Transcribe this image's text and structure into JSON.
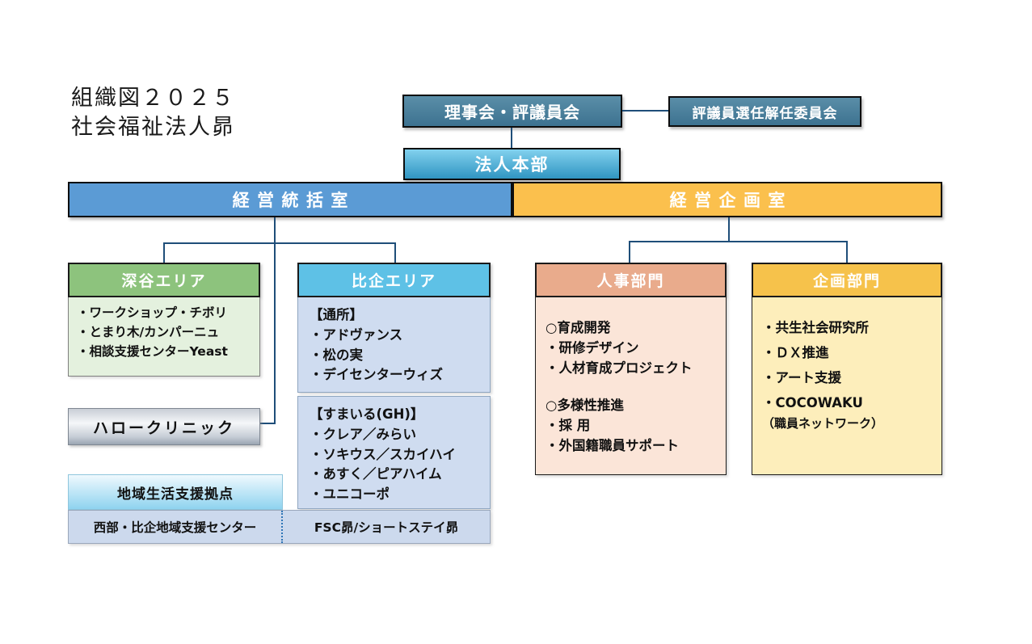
{
  "title": {
    "line1": "組織図２０２５",
    "line2": "社会福祉法人昴"
  },
  "top": {
    "board": "理事会・評議員会",
    "committee": "評議員選任解任委員会",
    "headquarters": "法人本部"
  },
  "offices": {
    "toukatsu": "経営統括室",
    "kikaku": "経営企画室"
  },
  "sections": {
    "fukaya": {
      "title": "深谷エリア",
      "items": [
        "・ワークショップ・チボリ",
        "・とまり木/カンパーニュ",
        "・相談支援センターYeast"
      ]
    },
    "hiki": {
      "title": "比企エリア",
      "tsusho": {
        "heading": "【通所】",
        "items": [
          "・アドヴァンス",
          "・松の実",
          "・デイセンターウィズ"
        ]
      },
      "sumairu": {
        "heading": "【すまいる(GH)】",
        "items": [
          "・クレア／みらい",
          "・ソキウス／スカイハイ",
          "・あすく／ピアハイム",
          "・ユニコーポ"
        ]
      }
    },
    "clinic": "ハロークリニック",
    "kyoten": {
      "title": "地域生活支援拠点",
      "left": "西部・比企地域支援センター",
      "right": "FSC昴/ショートステイ昴"
    },
    "jinji": {
      "title": "人事部門",
      "groups": [
        {
          "heading": "○育成開発",
          "items": [
            "・研修デザイン",
            "・人材育成プロジェクト"
          ]
        },
        {
          "heading": "○多様性推進",
          "items": [
            "・採 用",
            "・外国籍職員サポート"
          ]
        }
      ]
    },
    "kikakubumon": {
      "title": "企画部門",
      "items": [
        "・共生社会研究所",
        "・ＤＸ推進",
        "・アート支援",
        "・COCOWAKU"
      ],
      "note": "（職員ネットワーク）"
    }
  },
  "colors": {
    "teal_top": "#5a8ea8",
    "teal_bottom": "#3d7290",
    "honbu_top": "#82d1ee",
    "honbu_bottom": "#3095c2",
    "blue_bar": "#5b9bd5",
    "orange_bar": "#fbc04d",
    "connector": "#1f4e79",
    "fukaya_header": "#8dc37d",
    "fukaya_body": "#e4f1de",
    "hiki_header": "#5ec1e6",
    "hiki_body": "#cfdcf0",
    "kyoten_top": "#eff9fe",
    "kyoten_bottom": "#8fd3ef",
    "row_body": "#ccd9ed",
    "jinji_header": "#e9ab8c",
    "jinji_body": "#fbe5d8",
    "kikaku_header": "#f6c24b",
    "kikaku_body": "#fdeebb"
  }
}
